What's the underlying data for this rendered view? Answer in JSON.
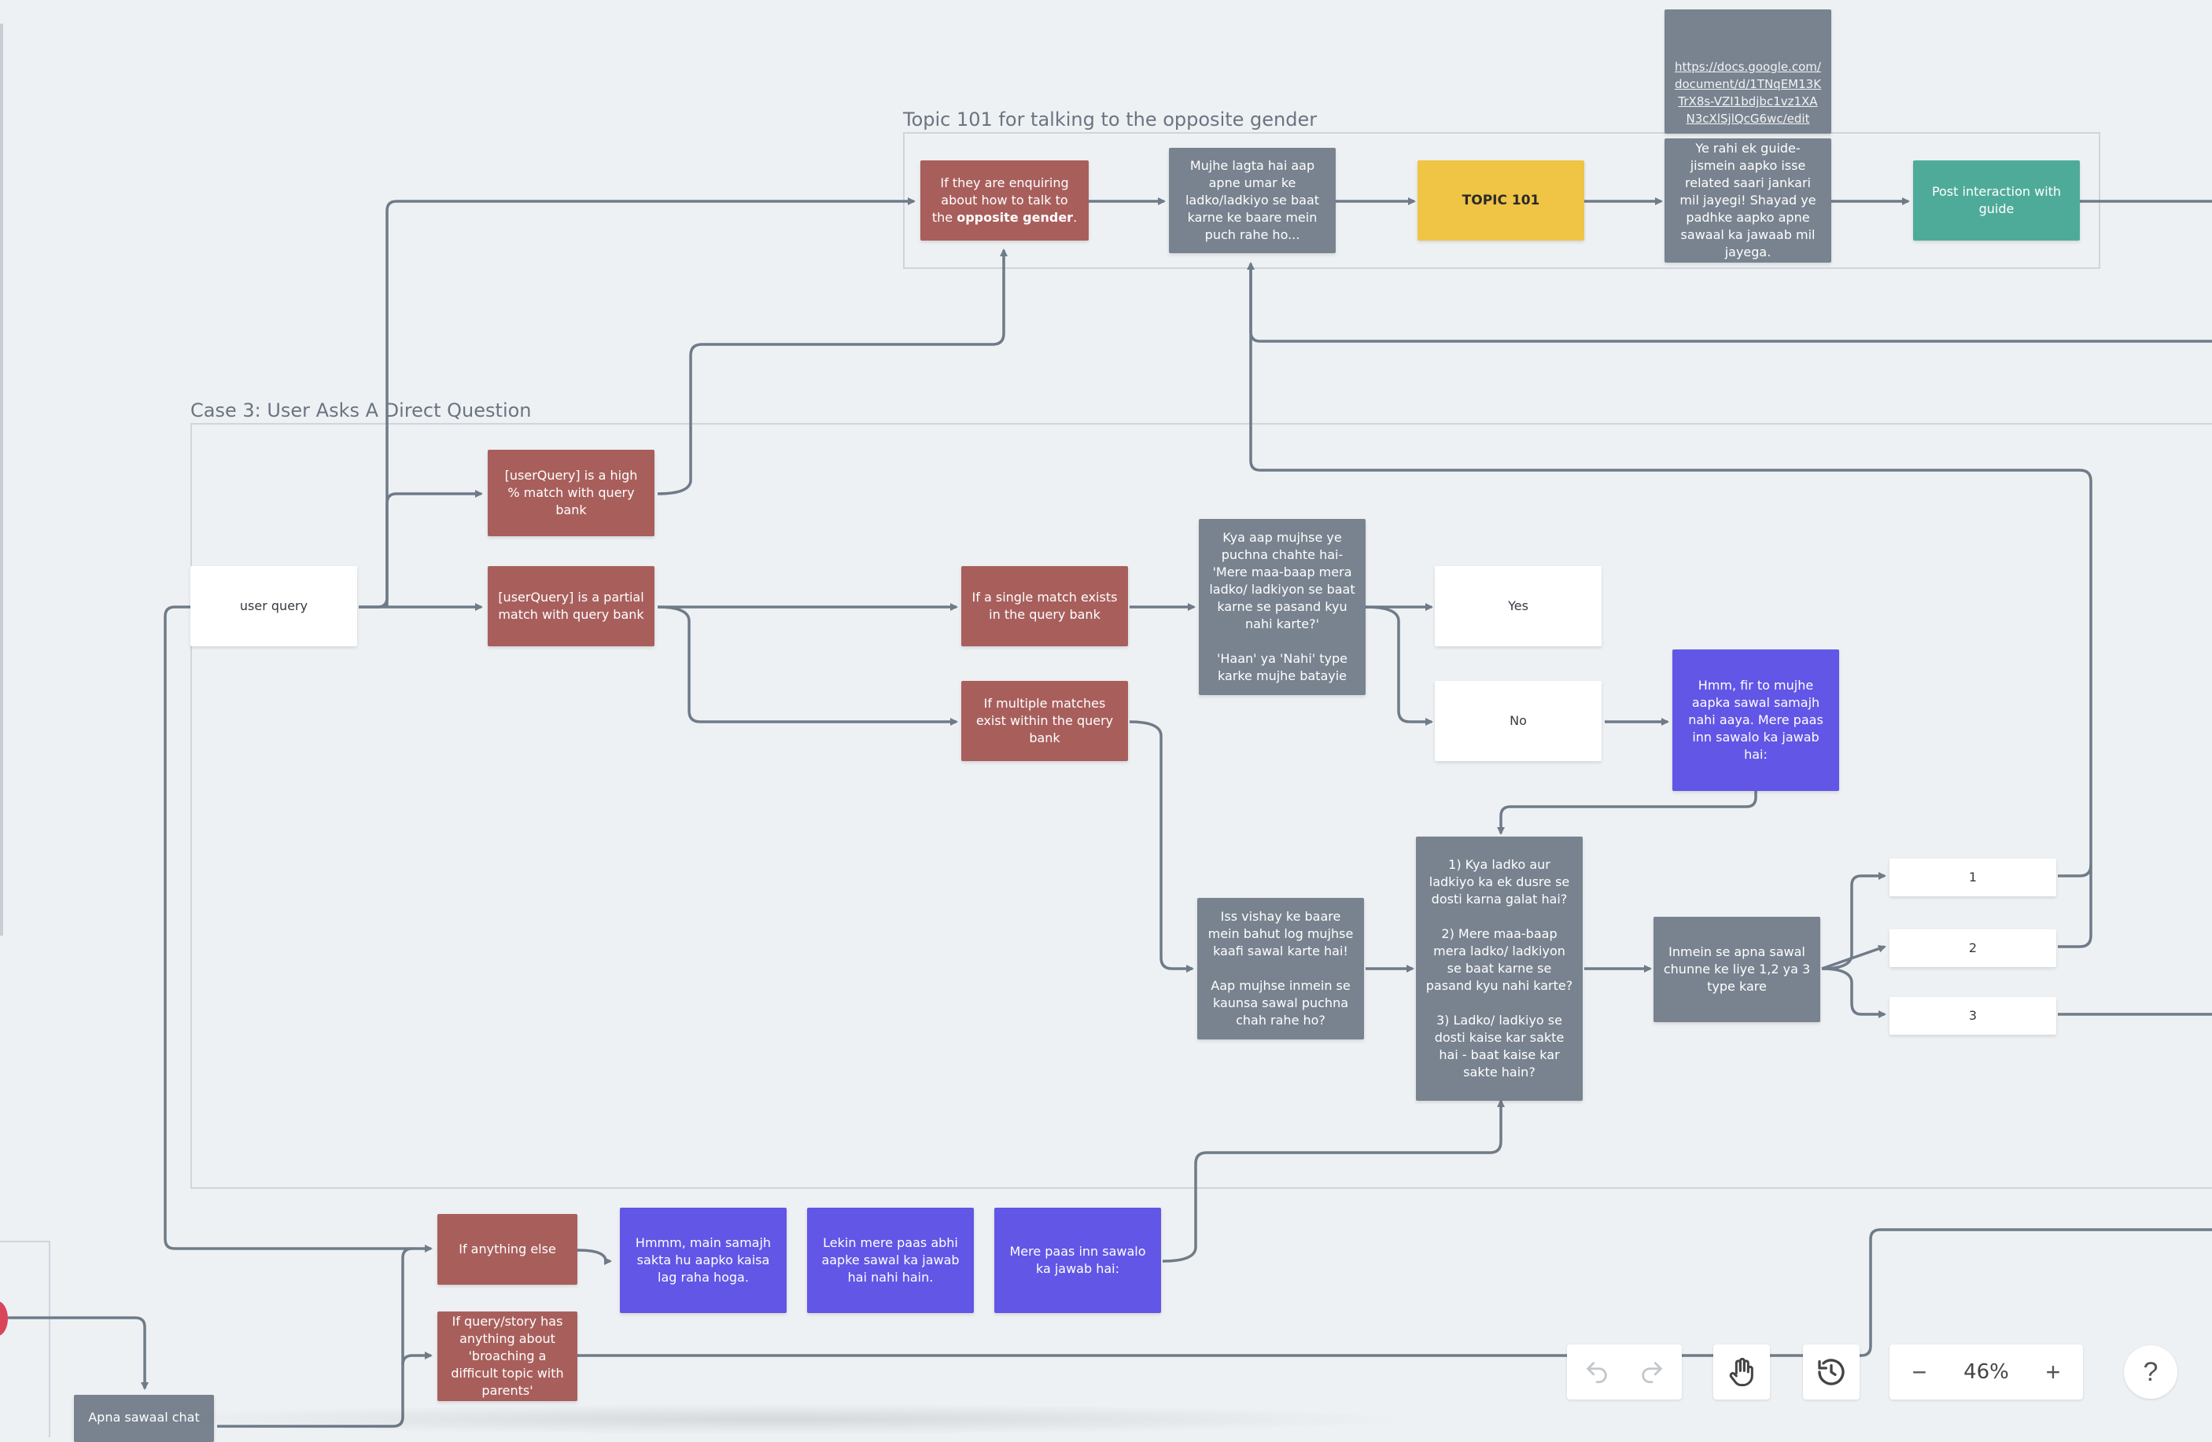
{
  "frames": {
    "topic101": {
      "title": "Topic 101 for talking to the opposite gender"
    },
    "case3": {
      "title": "Case 3: User Asks A Direct Question"
    }
  },
  "nodes": {
    "enquiring": {
      "text": "If they are enquiring about how to talk to the",
      "bold": "opposite gender",
      "suffix": "."
    },
    "mujhe_lagta": {
      "text": "Mujhe lagta hai aap apne umar ke ladko/ladkiyo se baat karne ke baare mein puch rahe ho..."
    },
    "topic101": {
      "text": "TOPIC 101"
    },
    "doc_link": {
      "text": "https://docs.google.com/document/d/1TNqEM13KTrX8s-VZI1bdjbc1vz1XAN3cXlSjlQcG6wc/edit"
    },
    "guide": {
      "text": "Ye rahi ek guide- jismein aapko isse related saari jankari mil jayegi! Shayad ye padhke aapko apne sawaal ka jawaab mil jayega."
    },
    "post_interaction": {
      "text": "Post interaction with guide"
    },
    "high_match": {
      "text": "[userQuery] is a high % match with query bank"
    },
    "user_query": {
      "text": "user query"
    },
    "partial_match": {
      "text": "[userQuery] is a partial match with query bank"
    },
    "single_match": {
      "text": "If a single match exists in the query bank"
    },
    "kya_aap": {
      "text": "Kya aap mujhse ye puchna chahte hai- 'Mere maa-baap mera ladko/ ladkiyon se baat karne se pasand kyu nahi karte?'\n\n'Haan' ya 'Nahi' type karke mujhe batayie"
    },
    "yes": {
      "text": "Yes"
    },
    "no": {
      "text": "No"
    },
    "multiple_matches": {
      "text": "If multiple matches exist within the query bank"
    },
    "hmm_fir": {
      "text": "Hmm, fir to mujhe aapka sawal samajh nahi aaya. Mere paas inn sawalo ka jawab hai:"
    },
    "question_list": {
      "text": "1) Kya ladko aur ladkiyo ka ek dusre se dosti karna galat hai?\n\n2) Mere maa-baap mera ladko/ ladkiyon se baat karne se pasand kyu nahi karte?\n\n3) Ladko/ ladkiyo se dosti kaise kar sakte hai - baat kaise kar sakte hain?"
    },
    "iss_vishay": {
      "text": "Iss vishay ke baare mein bahut log mujhse kaafi sawal karte hai!\n\nAap mujhse inmein se kaunsa sawal puchna chah rahe ho?"
    },
    "inmein": {
      "text": "Inmein se apna sawal chunne ke liye 1,2 ya 3 type kare"
    },
    "opt1": {
      "text": "1"
    },
    "opt2": {
      "text": "2"
    },
    "opt3": {
      "text": "3"
    },
    "anything_else": {
      "text": "If anything else"
    },
    "hmmm_main": {
      "text": "Hmmm, main samajh sakta hu aapko kaisa lag raha hoga."
    },
    "lekin": {
      "text": "Lekin mere paas abhi aapke sawal ka jawab hai nahi hain."
    },
    "mere_paas": {
      "text": "Mere paas inn sawalo ka jawab hai:"
    },
    "broaching": {
      "text": "If query/story has anything about 'broaching a difficult topic with parents'"
    },
    "apna_sawaal": {
      "text": "Apna sawaal chat"
    }
  },
  "toolbar": {
    "undo_icon": "undo-icon",
    "redo_icon": "redo-icon",
    "hand_icon": "hand-icon",
    "history_icon": "history-icon",
    "zoom": "46%",
    "zoom_out": "−",
    "zoom_in": "+",
    "help": "?"
  },
  "colors": {
    "red": "#a85f5c",
    "gray": "#78838f",
    "blue": "#6256e6",
    "teal": "#4fab99",
    "yellow": "#f0c444",
    "connector": "#6f7b88"
  }
}
